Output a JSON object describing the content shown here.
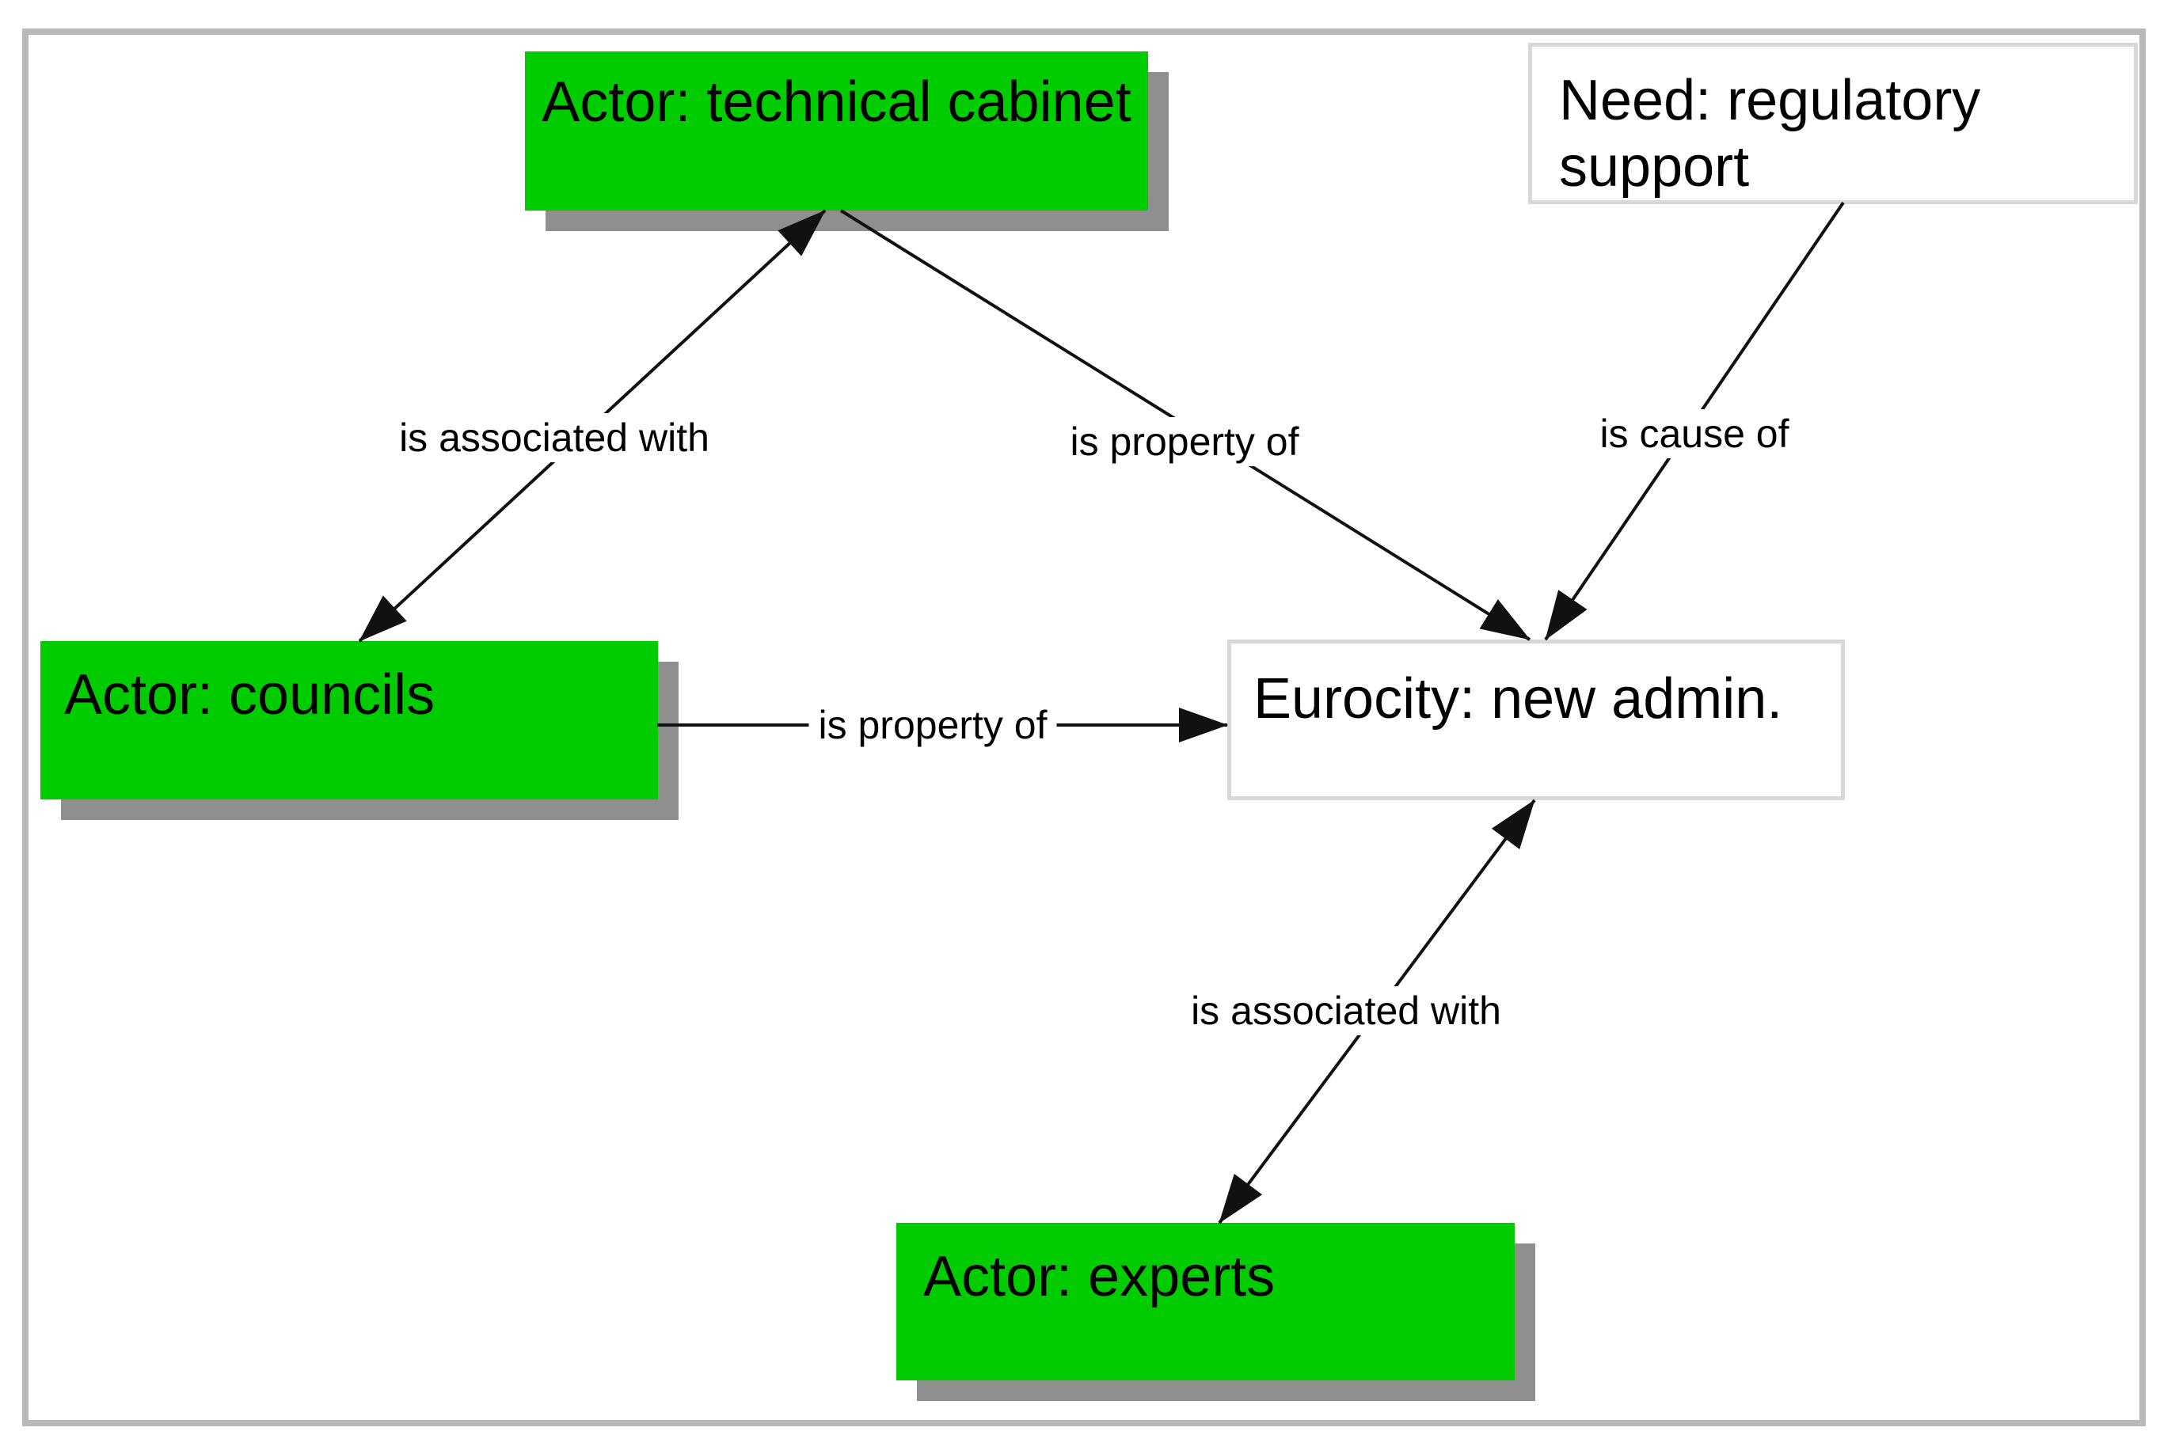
{
  "diagram": {
    "title": "concept map",
    "colors": {
      "background": "#ffffff",
      "frame_border": "#b9b9b9",
      "actor_green": "#00cc00",
      "node_shadow": "#8f8f8f",
      "white_node_border": "#d8d8d8",
      "line": "#111111"
    },
    "nodes": [
      {
        "id": "technical-cabinet",
        "label": "Actor: technical cabinet",
        "kind": "actor",
        "fill": "green"
      },
      {
        "id": "regulatory-support",
        "label": "Need: regulatory support",
        "kind": "need",
        "fill": "white"
      },
      {
        "id": "councils",
        "label": "Actor: councils",
        "kind": "actor",
        "fill": "green"
      },
      {
        "id": "eurocity-new-admin",
        "label": "Eurocity: new admin.",
        "kind": "concept",
        "fill": "white"
      },
      {
        "id": "experts",
        "label": "Actor: experts",
        "kind": "actor",
        "fill": "green"
      }
    ],
    "edges": [
      {
        "from": "councils",
        "to": "technical-cabinet",
        "label": "is associated with",
        "direction": "both"
      },
      {
        "from": "technical-cabinet",
        "to": "eurocity-new-admin",
        "label": "is property of",
        "direction": "forward"
      },
      {
        "from": "regulatory-support",
        "to": "eurocity-new-admin",
        "label": "is cause of",
        "direction": "forward"
      },
      {
        "from": "councils",
        "to": "eurocity-new-admin",
        "label": "is property of",
        "direction": "forward"
      },
      {
        "from": "eurocity-new-admin",
        "to": "experts",
        "label": "is associated with",
        "direction": "both"
      }
    ]
  }
}
